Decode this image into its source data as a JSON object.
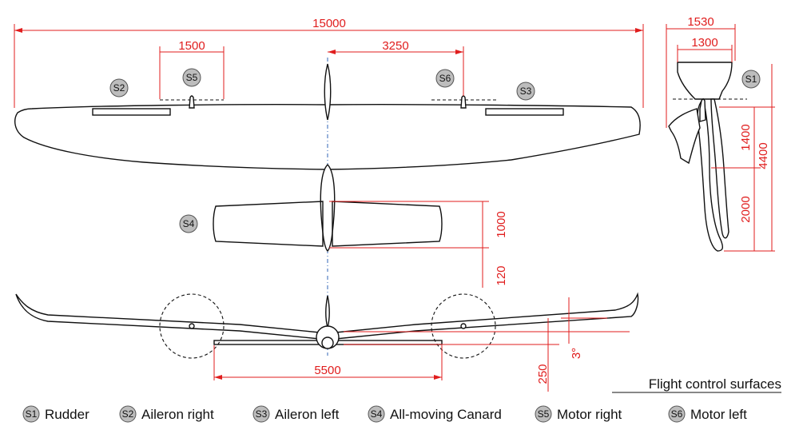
{
  "dimensions": {
    "wingspan": "15000",
    "motor_right_span": "1500",
    "motor_left_offset": "3250",
    "canard_chord": "1000",
    "canard_gap": "120",
    "canard_span": "5500",
    "canard_height": "250",
    "dihedral": "3°",
    "tail_width": "1530",
    "rudder_width": "1300",
    "length_front": "1400",
    "length_rear": "2000",
    "length_total": "4400"
  },
  "badges": {
    "s1": "S1",
    "s2": "S2",
    "s3": "S3",
    "s4": "S4",
    "s5": "S5",
    "s6": "S6"
  },
  "legend": {
    "title": "Flight control surfaces",
    "items": [
      {
        "badge": "S1",
        "label": "Rudder"
      },
      {
        "badge": "S2",
        "label": "Aileron right"
      },
      {
        "badge": "S3",
        "label": "Aileron left"
      },
      {
        "badge": "S4",
        "label": "All-moving Canard"
      },
      {
        "badge": "S5",
        "label": "Motor right"
      },
      {
        "badge": "S6",
        "label": "Motor left"
      }
    ]
  },
  "colors": {
    "dimension": "#e01d1d",
    "outline": "#111111",
    "badge_fill": "#bdbdbd",
    "axis": "#1c54b0"
  }
}
